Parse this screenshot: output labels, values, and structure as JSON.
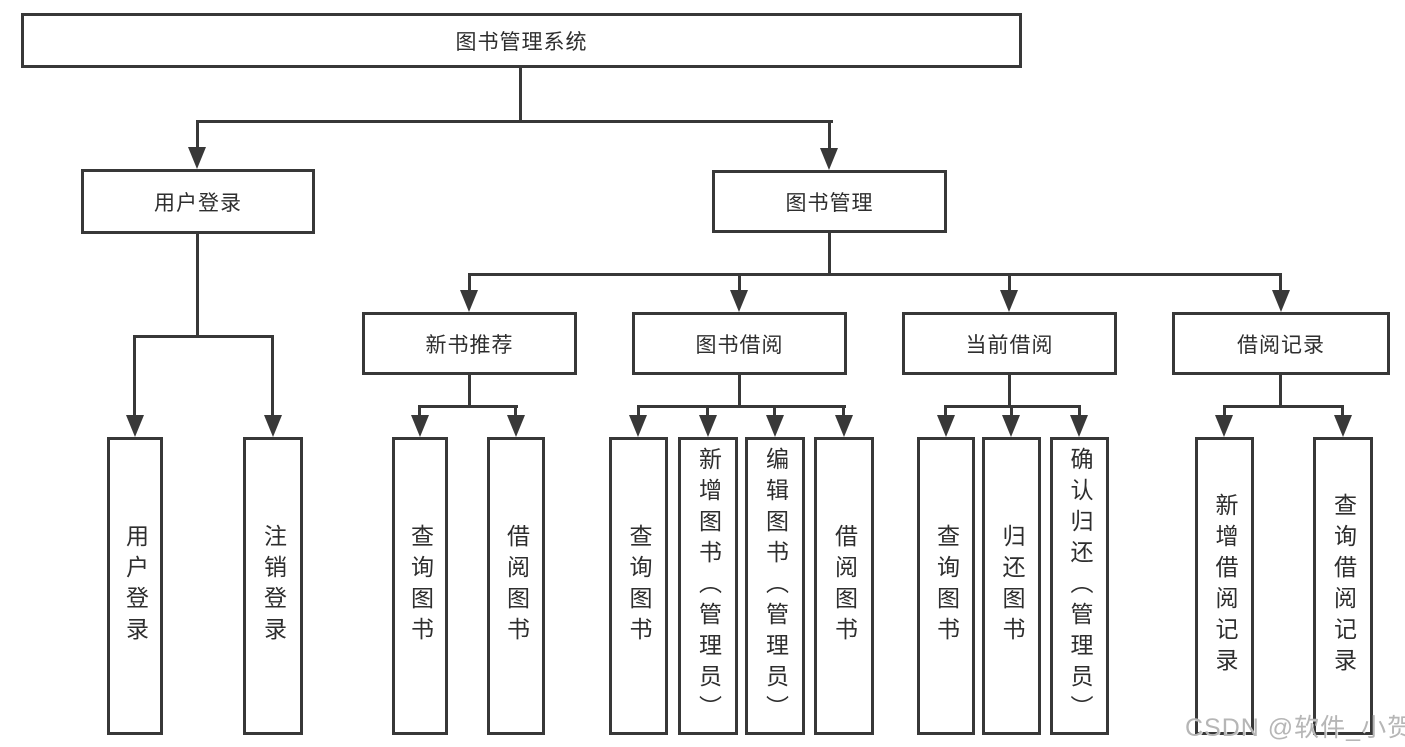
{
  "diagram": {
    "root": {
      "label": "图书管理系统"
    },
    "branches": [
      {
        "label": "用户登录",
        "children": [
          {
            "label": "用户登录"
          },
          {
            "label": "注销登录"
          }
        ]
      },
      {
        "label": "图书管理",
        "children": [
          {
            "label": "新书推荐",
            "children": [
              {
                "label": "查询图书"
              },
              {
                "label": "借阅图书"
              }
            ]
          },
          {
            "label": "图书借阅",
            "children": [
              {
                "label": "查询图书"
              },
              {
                "label": "新增图书（管理员）"
              },
              {
                "label": "编辑图书（管理员）"
              },
              {
                "label": "借阅图书"
              }
            ]
          },
          {
            "label": "当前借阅",
            "children": [
              {
                "label": "查询图书"
              },
              {
                "label": "归还图书"
              },
              {
                "label": "确认归还（管理员）"
              }
            ]
          },
          {
            "label": "借阅记录",
            "children": [
              {
                "label": "新增借阅记录"
              },
              {
                "label": "查询借阅记录"
              }
            ]
          }
        ]
      }
    ]
  },
  "watermark": {
    "text": "CSDN @软件_小贺同学"
  },
  "colors": {
    "line": "#383838",
    "text": "#2e2e2e",
    "watermark": "#b6b6b6",
    "background": "#ffffff"
  }
}
